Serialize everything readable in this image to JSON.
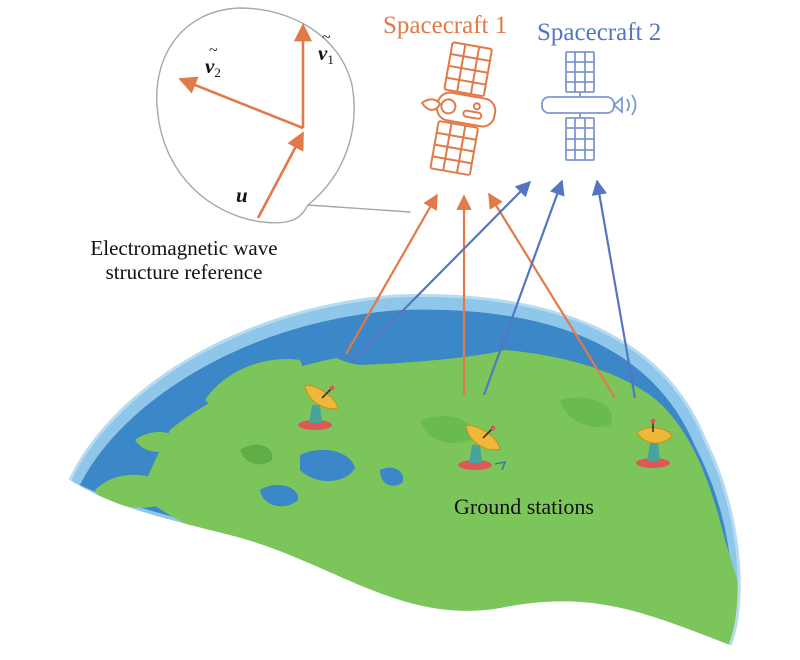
{
  "labels": {
    "spacecraft1": "Spacecraft 1",
    "spacecraft2": "Spacecraft 2",
    "em_reference": "Electromagnetic wave structure reference",
    "ground_stations": "Ground stations"
  },
  "vectors": {
    "u": "u",
    "v1_symbol": "v",
    "v1_index": "1",
    "v2_symbol": "v",
    "v2_index": "2",
    "tilde": "~"
  },
  "colors": {
    "spacecraft1_link": "#e07a48",
    "spacecraft2_link": "#5675c0",
    "ocean": "#3b87c7",
    "land": "#7cc55a",
    "atmosphere_rim": "#8fc7ea"
  },
  "icons": {
    "spacecraft1": "satellite-icon",
    "spacecraft2": "satellite-icon",
    "ground_station": "satellite-dish-icon"
  }
}
